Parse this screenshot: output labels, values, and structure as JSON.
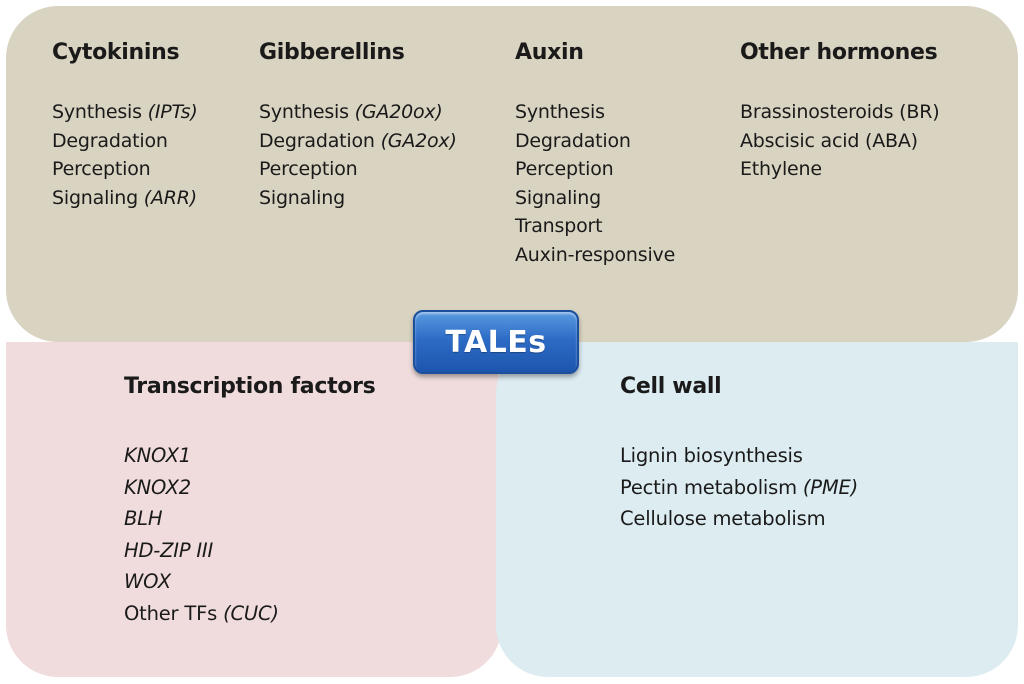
{
  "center_label": "TALEs",
  "top_panel": {
    "columns": [
      {
        "heading": "Cytokinins",
        "items": [
          {
            "text": "Synthesis ",
            "gene": "(IPTs)"
          },
          {
            "text": "Degradation",
            "gene": ""
          },
          {
            "text": "Perception",
            "gene": ""
          },
          {
            "text": "Signaling ",
            "gene": "(ARR)"
          }
        ]
      },
      {
        "heading": "Gibberellins",
        "items": [
          {
            "text": "Synthesis ",
            "gene": "(GA20ox)"
          },
          {
            "text": "Degradation ",
            "gene": "(GA2ox)"
          },
          {
            "text": "Perception",
            "gene": ""
          },
          {
            "text": "Signaling",
            "gene": ""
          }
        ]
      },
      {
        "heading": "Auxin",
        "items": [
          {
            "text": "Synthesis",
            "gene": ""
          },
          {
            "text": "Degradation",
            "gene": ""
          },
          {
            "text": "Perception",
            "gene": ""
          },
          {
            "text": "Signaling",
            "gene": ""
          },
          {
            "text": "Transport",
            "gene": ""
          },
          {
            "text": "Auxin-responsive",
            "gene": ""
          }
        ]
      },
      {
        "heading": "Other hormones",
        "items": [
          {
            "text": "Brassinosteroids (BR)",
            "gene": ""
          },
          {
            "text": "Abscisic acid (ABA)",
            "gene": ""
          },
          {
            "text": "Ethylene",
            "gene": ""
          }
        ]
      }
    ]
  },
  "transcription_factors": {
    "heading": "Transcription factors",
    "items": [
      {
        "text": "",
        "gene": "KNOX1"
      },
      {
        "text": "",
        "gene": "KNOX2"
      },
      {
        "text": "",
        "gene": "BLH"
      },
      {
        "text": "",
        "gene": "HD-ZIP III"
      },
      {
        "text": "",
        "gene": "WOX"
      },
      {
        "text": "Other TFs ",
        "gene": "(CUC)"
      }
    ]
  },
  "cell_wall": {
    "heading": "Cell wall",
    "items": [
      {
        "text": "Lignin biosynthesis",
        "gene": ""
      },
      {
        "text": "Pectin metabolism ",
        "gene": "(PME)"
      },
      {
        "text": "Cellulose metabolism",
        "gene": ""
      }
    ]
  },
  "colors": {
    "top_panel": "#d9d3c1",
    "transcription_panel": "#f0dcdc",
    "cell_wall_panel": "#dcecf1",
    "tales_button": "#2d6cc6"
  }
}
